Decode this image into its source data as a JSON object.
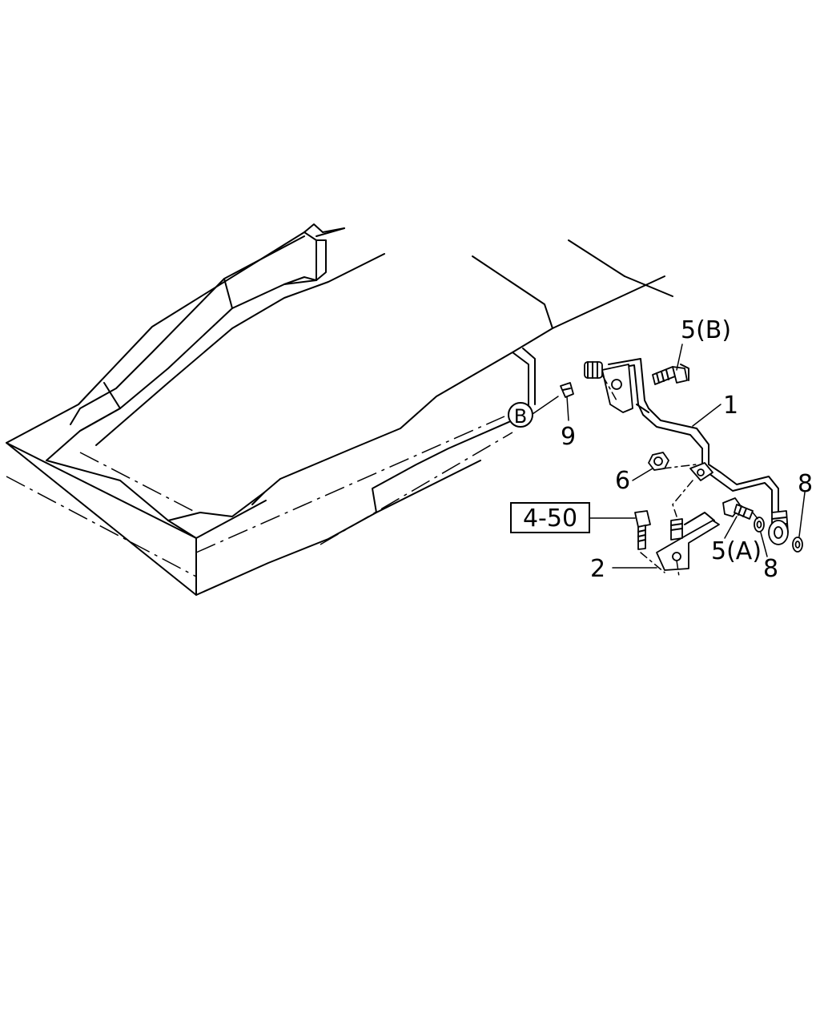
{
  "diagram": {
    "callouts": {
      "pipe": "1",
      "bracket": "2",
      "bolt_b": "5(B)",
      "bolt_a": "5(A)",
      "nut": "6",
      "washer_left": "8",
      "washer_right": "8",
      "clip": "9",
      "reference_marker": "B",
      "section_ref": "4-50"
    }
  }
}
